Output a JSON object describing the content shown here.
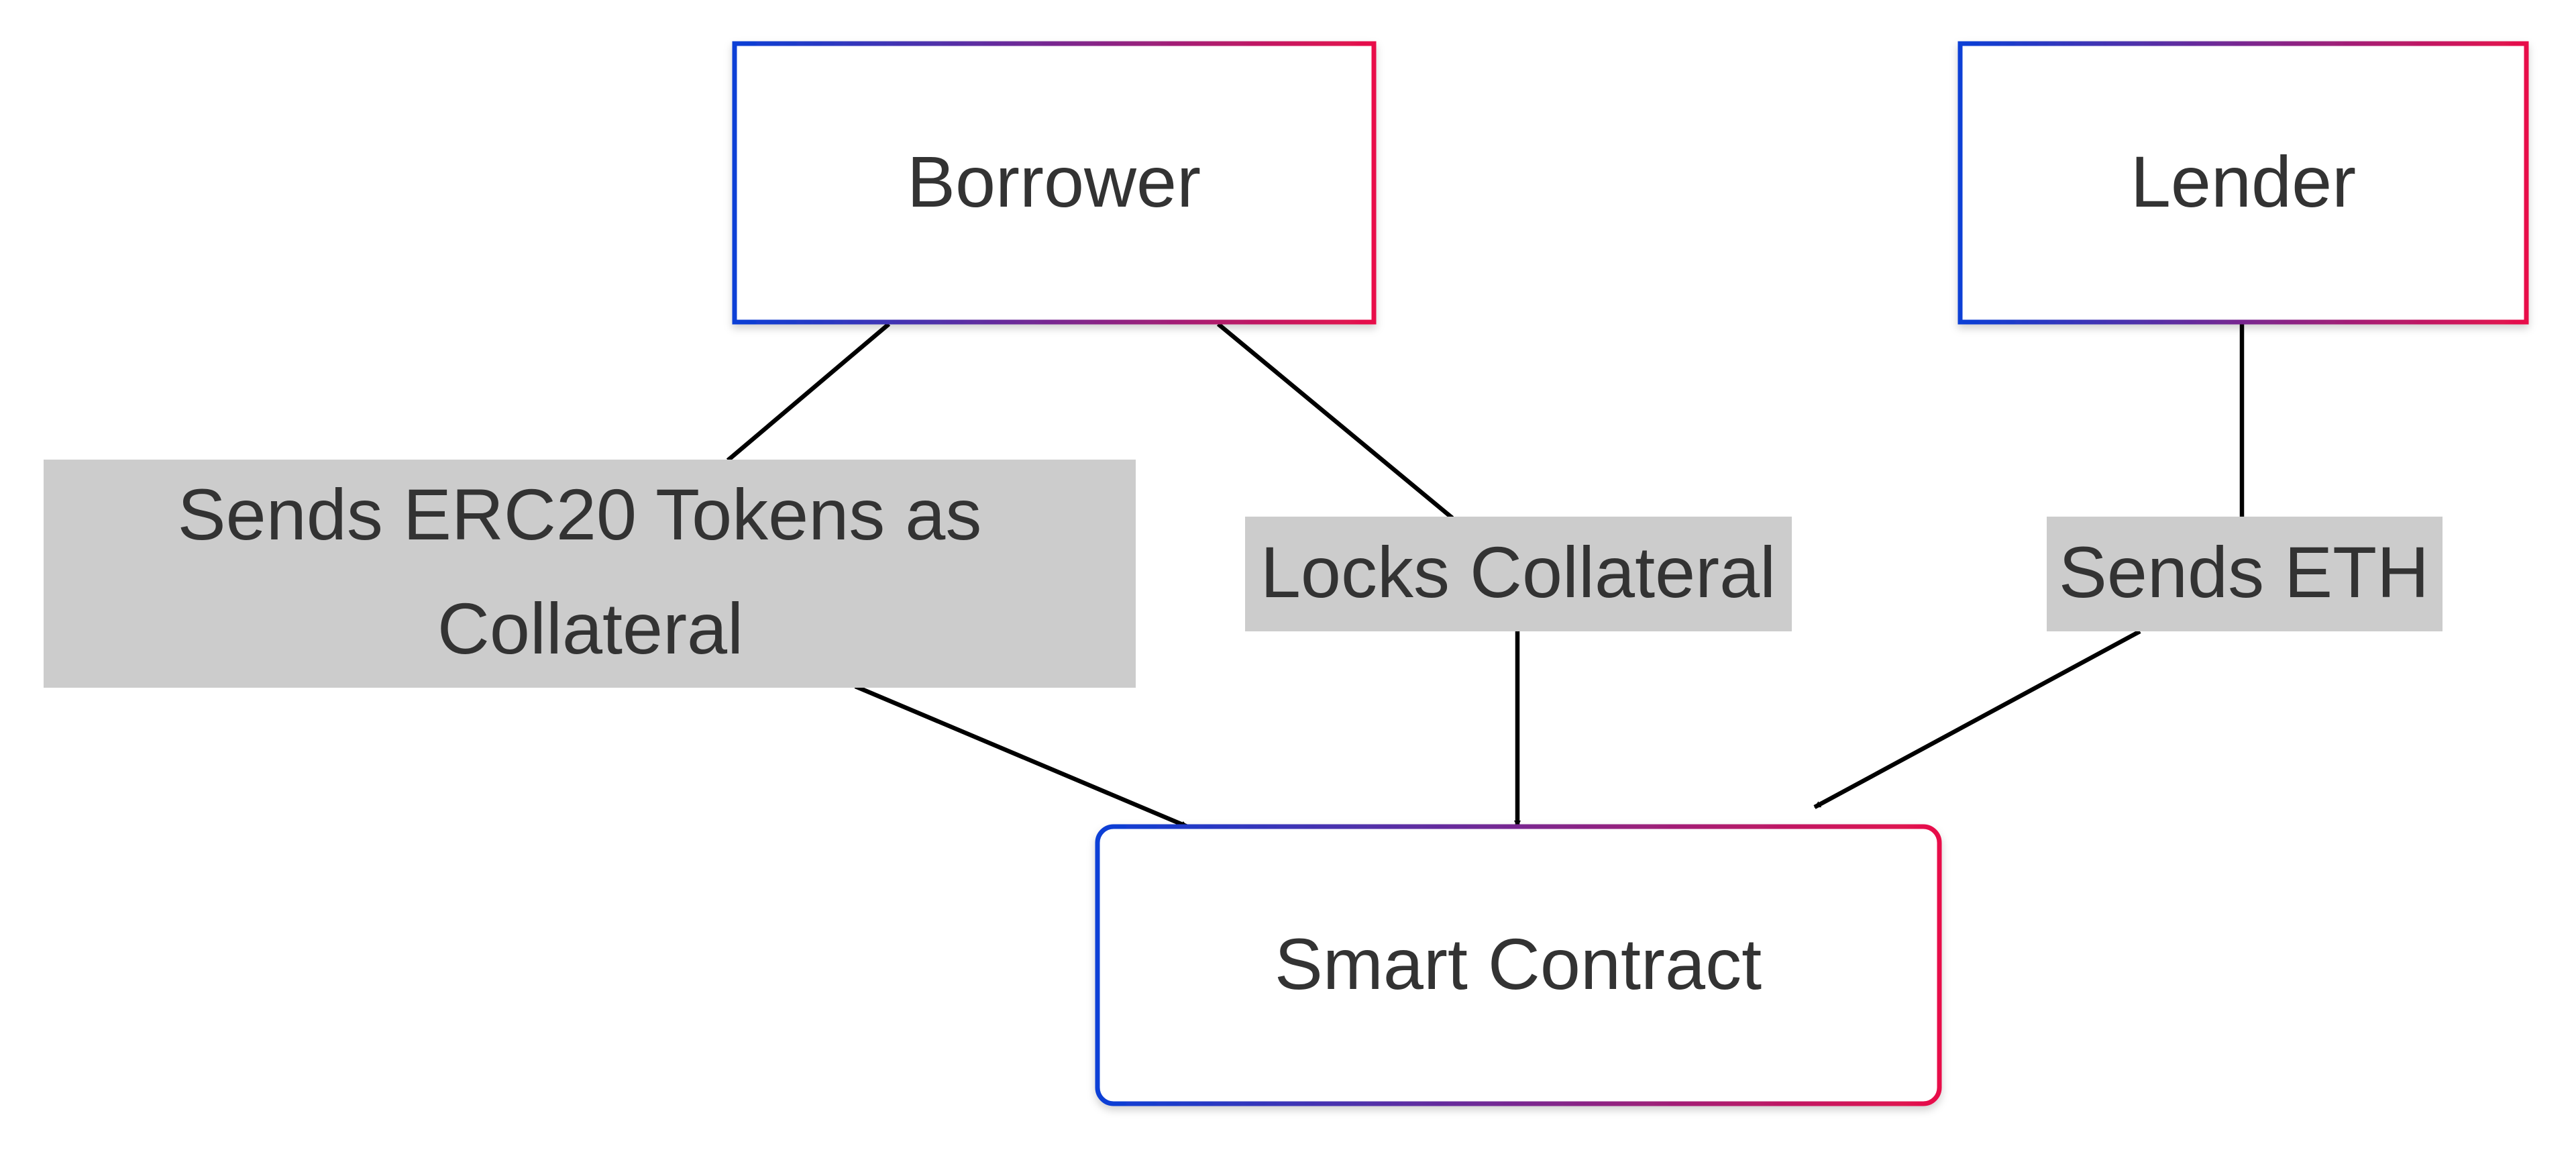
{
  "nodes": {
    "borrower": {
      "label": "Borrower"
    },
    "lender": {
      "label": "Lender"
    },
    "smart_contract": {
      "label": "Smart Contract"
    }
  },
  "edges": [
    {
      "from": "Borrower",
      "to": "Smart Contract",
      "label_lines": [
        "Sends ERC20 Tokens as",
        "Collateral"
      ]
    },
    {
      "from": "Borrower",
      "to": "Smart Contract",
      "label_lines": [
        "Locks Collateral"
      ]
    },
    {
      "from": "Lender",
      "to": "Smart Contract",
      "label_lines": [
        "Sends ETH"
      ]
    }
  ],
  "colors": {
    "gradient_start": "#0a3fd6",
    "gradient_end": "#e8104a",
    "node_fill": "#ffffff",
    "label_background": "#cccccc",
    "text": "#333333",
    "edge": "#000000"
  }
}
